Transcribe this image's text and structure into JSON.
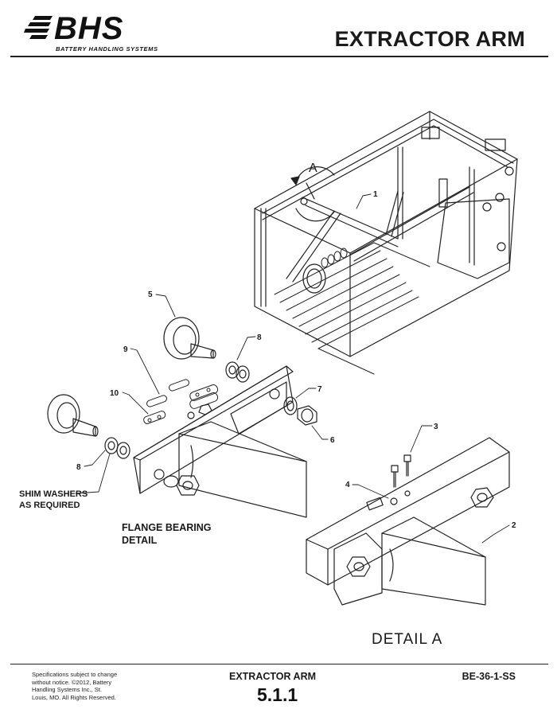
{
  "header": {
    "logo_text": "BHS",
    "logo_subtitle": "BATTERY HANDLING SYSTEMS",
    "title": "EXTRACTOR ARM"
  },
  "drawing": {
    "callouts": [
      "1",
      "2",
      "3",
      "4",
      "5",
      "6",
      "7",
      "8",
      "8",
      "9",
      "10"
    ],
    "view_label": "A",
    "shim_label_line1": "SHIM WASHERS",
    "shim_label_line2": "AS REQUIRED",
    "flange_label_line1": "FLANGE BEARING",
    "flange_label_line2": "DETAIL",
    "detail_label": "DETAIL  A"
  },
  "footer": {
    "legal": "Specifications subject to change without notice. ©2012, Battery Handling Systems Inc., St. Louis, MO. All Rights Reserved.",
    "doc_title": "EXTRACTOR ARM",
    "section": "5.1.1",
    "code": "BE-36-1-SS"
  }
}
